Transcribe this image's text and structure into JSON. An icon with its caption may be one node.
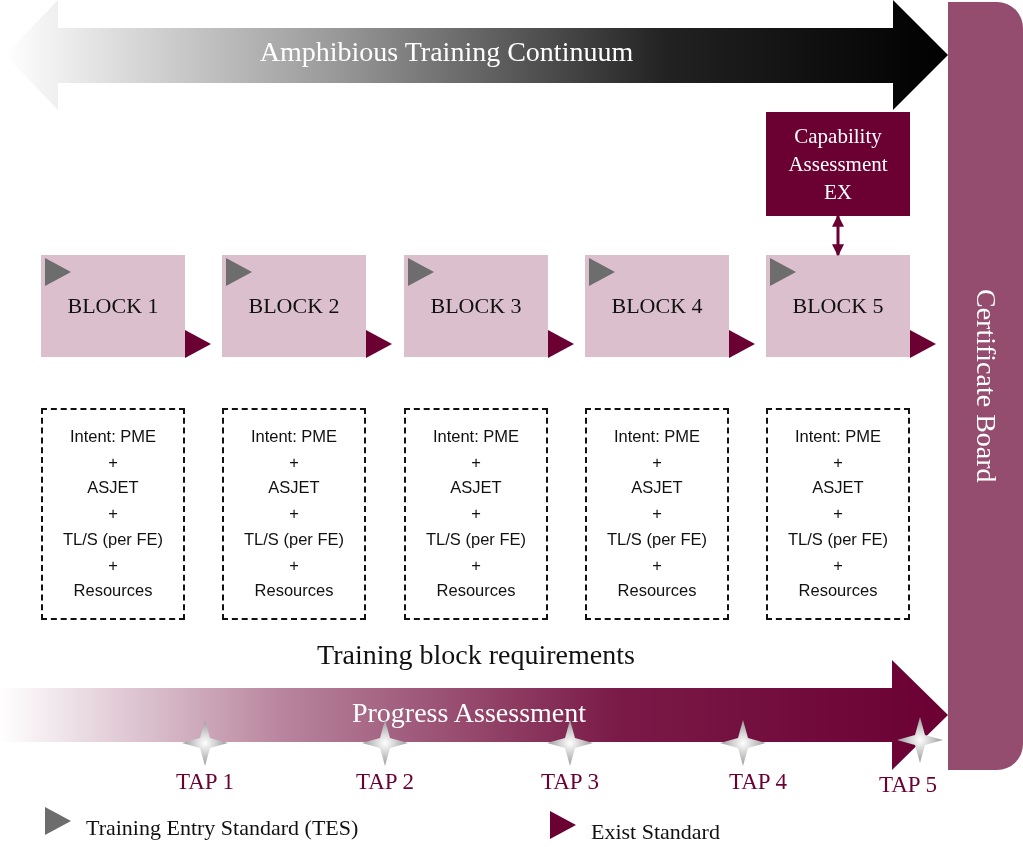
{
  "diagram": {
    "nodes": [
      {
        "text": [
          "Amphibious Training Continuum"
        ]
      },
      {
        "text": [
          "Certificate Board"
        ]
      },
      {
        "text": [
          "Capability Assessment EX"
        ]
      },
      {
        "text": [
          "BLOCK 1"
        ]
      },
      {
        "text": [
          "BLOCK 2"
        ]
      },
      {
        "text": [
          "BLOCK 3"
        ]
      },
      {
        "text": [
          "BLOCK 4"
        ]
      },
      {
        "text": [
          "BLOCK 5"
        ]
      },
      {
        "text": [
          "Intent: PME",
          "+",
          "ASJET",
          "+",
          "TL/S (per FE)",
          "+",
          "Resources"
        ]
      },
      {
        "text": [
          "Intent: PME",
          "+",
          "ASJET",
          "+",
          "TL/S (per FE)",
          "+",
          "Resources"
        ]
      },
      {
        "text": [
          "Intent: PME",
          "+",
          "ASJET",
          "+",
          "TL/S (per FE)",
          "+",
          "Resources"
        ]
      },
      {
        "text": [
          "Intent: PME",
          "+",
          "ASJET",
          "+",
          "TL/S (per FE)",
          "+",
          "Resources"
        ]
      },
      {
        "text": [
          "Intent: PME",
          "+",
          "ASJET",
          "+",
          "TL/S (per FE)",
          "+",
          "Resources"
        ]
      },
      {
        "text": [
          "Progress Assessment"
        ]
      }
    ],
    "edges": [
      {
        "from": 2,
        "to": 7,
        "arrow": "both"
      }
    ],
    "labels": [
      "Training block requirements",
      "TAP 1",
      "TAP 2",
      "TAP 3",
      "TAP 4",
      "TAP 5"
    ],
    "legend": [
      {
        "text": "Training Entry Standard (TES)"
      },
      {
        "text": "Exist Standard"
      }
    ]
  }
}
